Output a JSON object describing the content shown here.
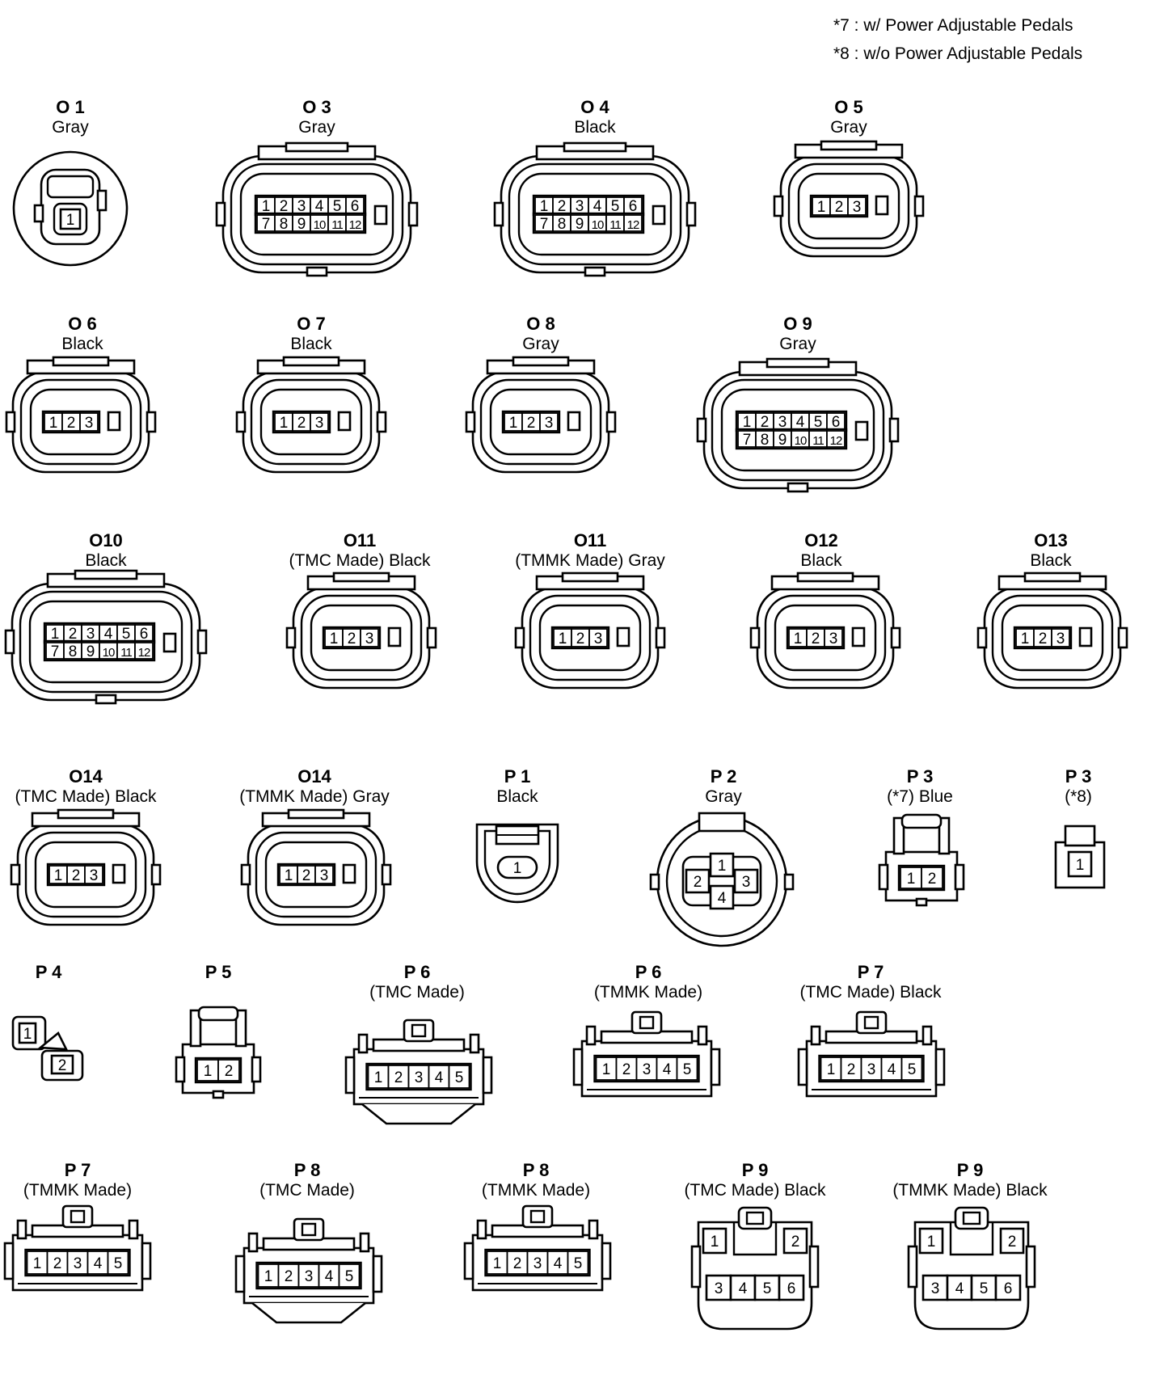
{
  "notes": [
    "*7 : w/ Power Adjustable Pedals",
    "*8 : w/o Power Adjustable Pedals"
  ],
  "connectors": [
    {
      "code": "O 1",
      "sub": "Gray",
      "kind": "round1",
      "rows": [
        [
          "1"
        ]
      ]
    },
    {
      "code": "O 3",
      "sub": "Gray",
      "kind": "large12",
      "rows": [
        [
          "1",
          "2",
          "3",
          "4",
          "5",
          "6"
        ],
        [
          "7",
          "8",
          "9",
          "10",
          "11",
          "12"
        ]
      ]
    },
    {
      "code": "O 4",
      "sub": "Black",
      "kind": "large12",
      "rows": [
        [
          "1",
          "2",
          "3",
          "4",
          "5",
          "6"
        ],
        [
          "7",
          "8",
          "9",
          "10",
          "11",
          "12"
        ]
      ]
    },
    {
      "code": "O 5",
      "sub": "Gray",
      "kind": "med3",
      "rows": [
        [
          "1",
          "2",
          "3"
        ]
      ]
    },
    {
      "code": "O 6",
      "sub": "Black",
      "kind": "med3",
      "rows": [
        [
          "1",
          "2",
          "3"
        ]
      ]
    },
    {
      "code": "O 7",
      "sub": "Black",
      "kind": "med3",
      "rows": [
        [
          "1",
          "2",
          "3"
        ]
      ]
    },
    {
      "code": "O 8",
      "sub": "Gray",
      "kind": "med3",
      "rows": [
        [
          "1",
          "2",
          "3"
        ]
      ]
    },
    {
      "code": "O 9",
      "sub": "Gray",
      "kind": "large12",
      "rows": [
        [
          "1",
          "2",
          "3",
          "4",
          "5",
          "6"
        ],
        [
          "7",
          "8",
          "9",
          "10",
          "11",
          "12"
        ]
      ]
    },
    {
      "code": "O10",
      "sub": "Black",
      "kind": "large12",
      "rows": [
        [
          "1",
          "2",
          "3",
          "4",
          "5",
          "6"
        ],
        [
          "7",
          "8",
          "9",
          "10",
          "11",
          "12"
        ]
      ]
    },
    {
      "code": "O11",
      "sub": "(TMC Made)  Black",
      "kind": "med3",
      "rows": [
        [
          "1",
          "2",
          "3"
        ]
      ]
    },
    {
      "code": "O11",
      "sub": "(TMMK Made)  Gray",
      "kind": "med3",
      "rows": [
        [
          "1",
          "2",
          "3"
        ]
      ]
    },
    {
      "code": "O12",
      "sub": "Black",
      "kind": "med3",
      "rows": [
        [
          "1",
          "2",
          "3"
        ]
      ]
    },
    {
      "code": "O13",
      "sub": "Black",
      "kind": "med3",
      "rows": [
        [
          "1",
          "2",
          "3"
        ]
      ]
    },
    {
      "code": "O14",
      "sub": "(TMC Made)  Black",
      "kind": "med3",
      "rows": [
        [
          "1",
          "2",
          "3"
        ]
      ]
    },
    {
      "code": "O14",
      "sub": "(TMMK Made)  Gray",
      "kind": "med3",
      "rows": [
        [
          "1",
          "2",
          "3"
        ]
      ]
    },
    {
      "code": "P 1",
      "sub": "Black",
      "kind": "round1s",
      "rows": [
        [
          "1"
        ]
      ]
    },
    {
      "code": "P 2",
      "sub": "Gray",
      "kind": "quad4",
      "rows": [
        [
          "1",
          "2",
          "3",
          "4"
        ]
      ]
    },
    {
      "code": "P 3",
      "sub": "(*7)  Blue",
      "kind": "small2",
      "rows": [
        [
          "1",
          "2"
        ]
      ]
    },
    {
      "code": "P 3",
      "sub": "(*8)",
      "kind": "tiny1",
      "rows": [
        [
          "1"
        ]
      ]
    },
    {
      "code": "P 4",
      "sub": "",
      "kind": "split2",
      "rows": [
        [
          "1",
          "2"
        ]
      ]
    },
    {
      "code": "P 5",
      "sub": "",
      "kind": "small2",
      "rows": [
        [
          "1",
          "2"
        ]
      ]
    },
    {
      "code": "P 6",
      "sub": "(TMC Made)",
      "kind": "flat5t",
      "rows": [
        [
          "1",
          "2",
          "3",
          "4",
          "5"
        ]
      ]
    },
    {
      "code": "P 6",
      "sub": "(TMMK Made)",
      "kind": "flat5",
      "rows": [
        [
          "1",
          "2",
          "3",
          "4",
          "5"
        ]
      ]
    },
    {
      "code": "P 7",
      "sub": "(TMC Made)  Black",
      "kind": "flat5",
      "rows": [
        [
          "1",
          "2",
          "3",
          "4",
          "5"
        ]
      ]
    },
    {
      "code": "P 7",
      "sub": "(TMMK Made)",
      "kind": "flat5",
      "rows": [
        [
          "1",
          "2",
          "3",
          "4",
          "5"
        ]
      ]
    },
    {
      "code": "P 8",
      "sub": "(TMC Made)",
      "kind": "flat5t",
      "rows": [
        [
          "1",
          "2",
          "3",
          "4",
          "5"
        ]
      ]
    },
    {
      "code": "P 8",
      "sub": "(TMMK Made)",
      "kind": "flat5",
      "rows": [
        [
          "1",
          "2",
          "3",
          "4",
          "5"
        ]
      ]
    },
    {
      "code": "P 9",
      "sub": "(TMC Made)  Black",
      "kind": "six6",
      "rows": [
        [
          "1",
          "2"
        ],
        [
          "3",
          "4",
          "5",
          "6"
        ]
      ]
    },
    {
      "code": "P 9",
      "sub": "(TMMK Made)  Black",
      "kind": "six6",
      "rows": [
        [
          "1",
          "2"
        ],
        [
          "3",
          "4",
          "5",
          "6"
        ]
      ]
    }
  ]
}
